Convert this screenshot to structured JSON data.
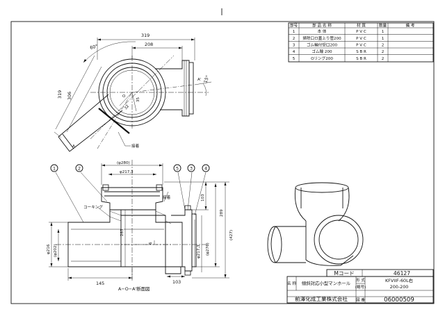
{
  "parts_table": {
    "headers": [
      "部号",
      "部 品 名 称",
      "材 質",
      "数量",
      "備 考"
    ],
    "rows": [
      {
        "no": "1",
        "name": "本 体",
        "material": "P V C",
        "qty": "1",
        "note": ""
      },
      {
        "no": "2",
        "name": "掃除口ロ蓋上り管200",
        "material": "P V C",
        "qty": "1",
        "note": ""
      },
      {
        "no": "3",
        "name": "ゴム輪付受口200",
        "material": "P V C",
        "qty": "2",
        "note": ""
      },
      {
        "no": "4",
        "name": "ゴム輪 200",
        "material": "S B R",
        "qty": "2",
        "note": ""
      },
      {
        "no": "5",
        "name": "Oリング200",
        "material": "S B R",
        "qty": "2",
        "note": ""
      }
    ]
  },
  "top_view": {
    "dims": {
      "d319_h": "319",
      "d208": "208",
      "d319_v": "319",
      "d306": "306",
      "d32": "32",
      "d35": "35"
    },
    "angles": {
      "a60": "60°",
      "a15": "15°"
    },
    "section_marks": {
      "a_left": "A",
      "a_right": "A'",
      "o": "O"
    },
    "callout_label": "接着"
  },
  "section_view": {
    "dims": {
      "d280": "(φ280)",
      "d2173_top": "φ217,3",
      "d103_right": "103",
      "d289": "289",
      "d427": "(427)",
      "d283": "283",
      "d6": "6",
      "d216": "φ216",
      "d202": "(φ202)",
      "d2173_right": "φ217,3",
      "d276": "(φ276)",
      "d145": "145",
      "d103_bottom": "103"
    },
    "balloons": [
      "1",
      "2",
      "5",
      "3",
      "4"
    ],
    "labels": {
      "caulking": "コーキング",
      "glue": "接着"
    },
    "section_title": "A−O−A'断面図"
  },
  "title_block": {
    "mcode_label": "Mコード",
    "mcode_value": "46127",
    "name_label": "名 称",
    "name_value": "傾斜対応小型マンホール",
    "model_label": "形 式",
    "model_sub": "(略号)",
    "model_line1": "KFVIIF-60L右",
    "model_line2": "200-200",
    "company": "前澤化成工業株式会社",
    "drawing_no_label": "図 番",
    "drawing_no": "06000509"
  }
}
